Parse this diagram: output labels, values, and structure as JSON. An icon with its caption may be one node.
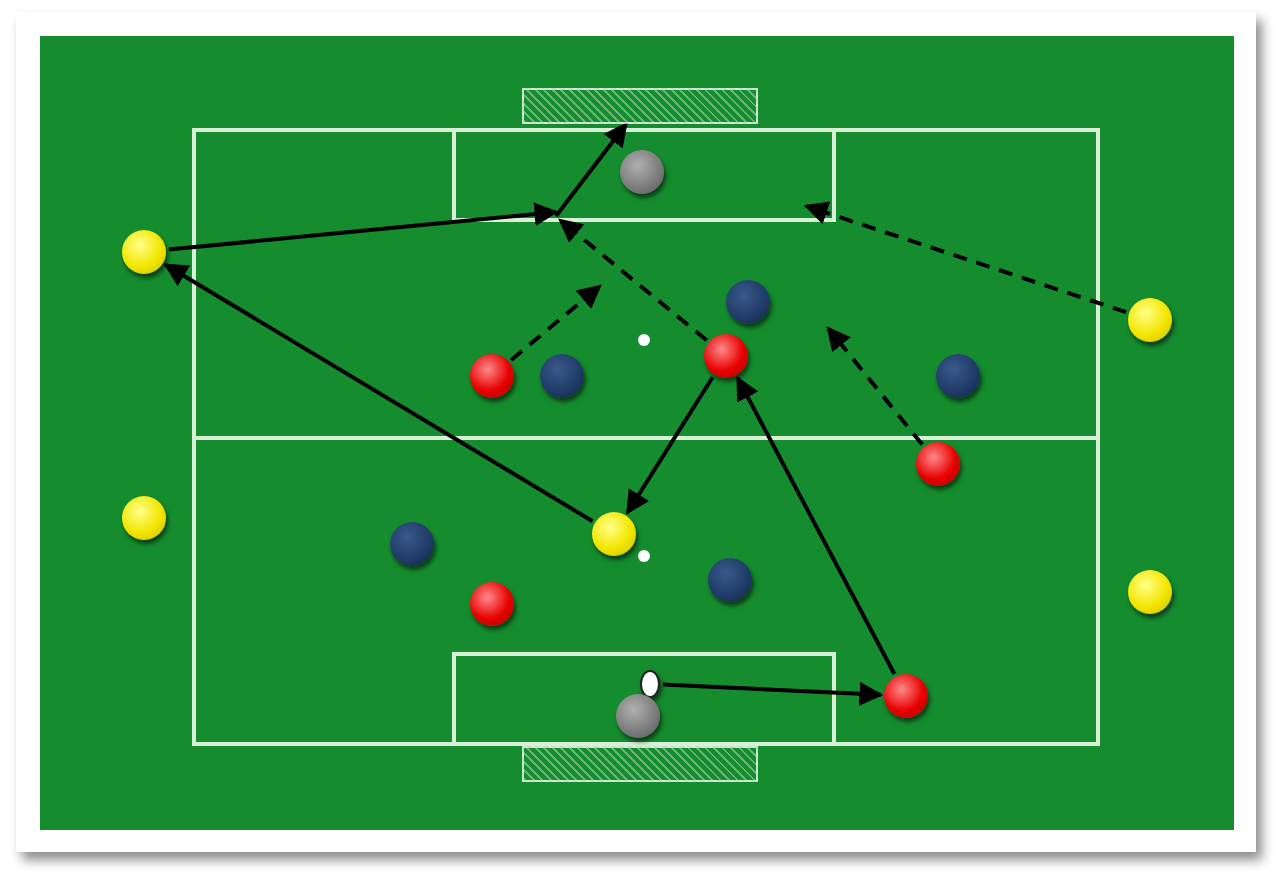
{
  "diagram": {
    "nodes": [
      {
        "text": [],
        "shape": "box"
      },
      {
        "text": [],
        "shape": "circle"
      },
      {
        "text": [],
        "shape": "circle"
      },
      {
        "text": [],
        "shape": "circle"
      },
      {
        "text": [],
        "shape": "circle"
      },
      {
        "text": [],
        "shape": "circle"
      },
      {
        "text": [],
        "shape": "circle"
      },
      {
        "text": [],
        "shape": "circle"
      },
      {
        "text": [],
        "shape": "circle"
      },
      {
        "text": [],
        "shape": "circle"
      },
      {
        "text": [],
        "shape": "circle"
      },
      {
        "text": [],
        "shape": "circle"
      },
      {
        "text": [],
        "shape": "circle"
      },
      {
        "text": [],
        "shape": "circle"
      },
      {
        "text": [],
        "shape": "circle"
      },
      {
        "text": [],
        "shape": "circle"
      },
      {
        "text": [],
        "shape": "circle"
      },
      {
        "text": [],
        "shape": "circle"
      },
      {
        "text": [],
        "shape": "circle"
      },
      {
        "text": [],
        "shape": "box"
      }
    ],
    "edges": [
      {
        "from": 16,
        "to": 17,
        "arrow": "to"
      },
      {
        "from": 17,
        "to": 5,
        "arrow": "to"
      },
      {
        "from": 5,
        "to": 11,
        "arrow": "to"
      },
      {
        "from": 11,
        "to": 2,
        "arrow": "to"
      },
      {
        "from": 2,
        "to": null,
        "arrow": "to"
      },
      {
        "from": null,
        "to": 0,
        "arrow": "to"
      },
      {
        "from": 5,
        "to": null,
        "arrow": "to",
        "style": "dashed"
      },
      {
        "from": 6,
        "to": null,
        "arrow": "to",
        "style": "dashed"
      },
      {
        "from": 9,
        "to": null,
        "arrow": "to",
        "style": "dashed"
      },
      {
        "from": 4,
        "to": null,
        "arrow": "to",
        "style": "dashed"
      }
    ]
  }
}
